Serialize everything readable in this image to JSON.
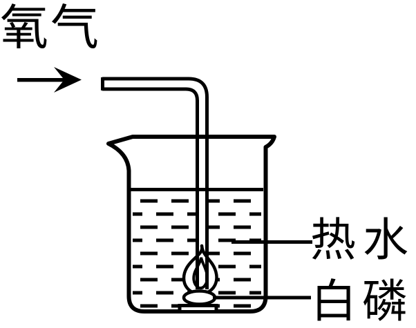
{
  "figure": {
    "oxygen_label": "氧气",
    "hot_water_label": "热水",
    "white_phosphorus_label": "白磷",
    "colors": {
      "ink": "#000000",
      "background": "#ffffff"
    }
  }
}
